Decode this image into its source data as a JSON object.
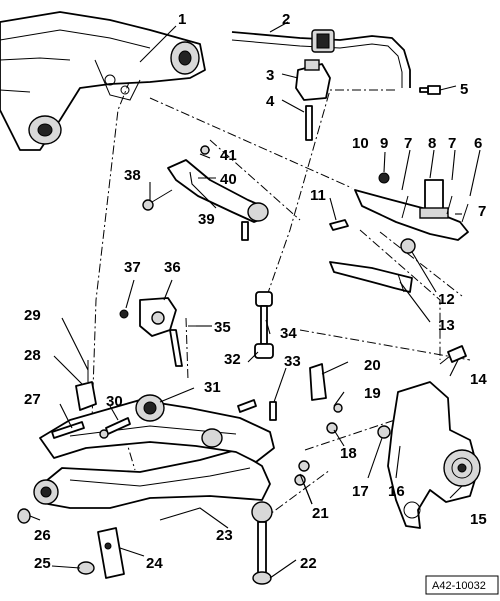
{
  "diagram": {
    "reference_code": "A42-10032",
    "callouts": [
      "1",
      "2",
      "3",
      "4",
      "5",
      "6",
      "7",
      "7",
      "7",
      "8",
      "9",
      "10",
      "11",
      "12",
      "13",
      "14",
      "15",
      "16",
      "17",
      "18",
      "19",
      "20",
      "21",
      "21",
      "22",
      "23",
      "24",
      "25",
      "26",
      "27",
      "28",
      "29",
      "30",
      "31",
      "32",
      "33",
      "34",
      "35",
      "36",
      "37",
      "38",
      "39",
      "40",
      "41"
    ]
  }
}
